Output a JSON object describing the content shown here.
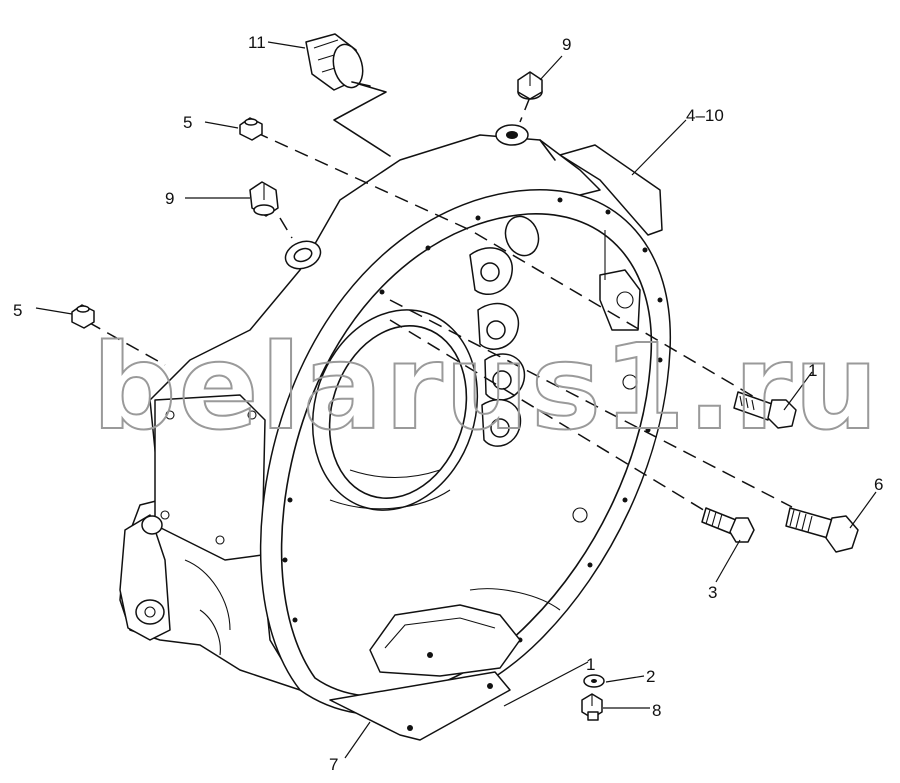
{
  "watermark": "belarus1.ru",
  "callouts": {
    "c11": "11",
    "c9_top": "9",
    "c5_top": "5",
    "c9_left": "9",
    "c4_10": "4–10",
    "c5_left": "5",
    "c1_right": "1",
    "c6": "6",
    "c3": "3",
    "c1_bottom": "1",
    "c2": "2",
    "c8": "8",
    "c7": "7"
  }
}
